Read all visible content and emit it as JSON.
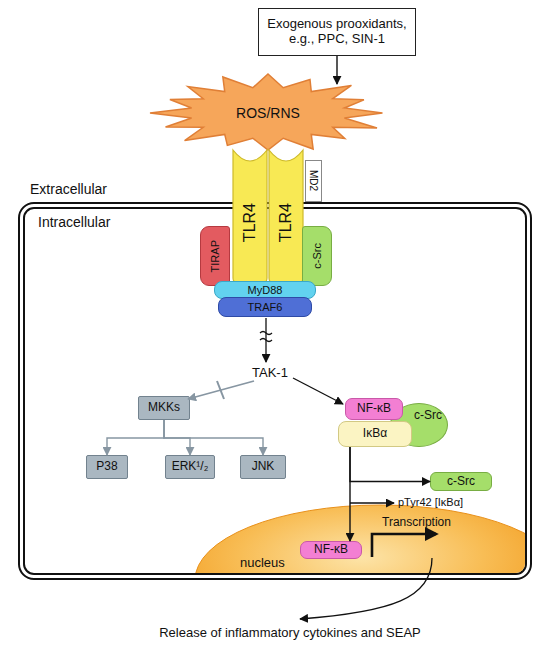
{
  "diagram": {
    "nodes": [
      {
        "text": [
          "Exogenous prooxidants, e.g., PPC, SIN-1"
        ]
      },
      {
        "text": [
          "ROS/RNS"
        ]
      },
      {
        "text": [
          "TLR4"
        ]
      },
      {
        "text": [
          "TLR4"
        ]
      },
      {
        "text": [
          "MD2"
        ]
      },
      {
        "text": [
          "Intracellular"
        ]
      },
      {
        "text": [
          "TIRAP"
        ],
        "in": 5
      },
      {
        "text": [
          "c-Src"
        ],
        "in": 5
      },
      {
        "text": [
          "MyD88"
        ],
        "in": 5
      },
      {
        "text": [
          "TRAF6"
        ],
        "in": 5
      },
      {
        "text": [
          "MKKs"
        ],
        "in": 5
      },
      {
        "text": [
          "NF-κB"
        ],
        "in": 5
      },
      {
        "text": [
          "c-Src"
        ],
        "in": 5
      },
      {
        "text": [
          "IκBα"
        ],
        "in": 5
      },
      {
        "text": [
          "P38"
        ],
        "in": 5
      },
      {
        "text": [
          "ERK¹/₂"
        ],
        "in": 5
      },
      {
        "text": [
          "JNK"
        ],
        "in": 5
      },
      {
        "text": [
          "c-Src"
        ],
        "in": 5
      },
      {
        "text": [
          "nucleus"
        ],
        "in": 5
      },
      {
        "text": [
          "NF-κB"
        ],
        "in": 18
      }
    ],
    "edges": [
      {
        "from": 0,
        "to": 1,
        "arrow": "to"
      },
      {
        "from": 10,
        "to": 14,
        "arrow": "to"
      },
      {
        "from": 10,
        "to": 15,
        "arrow": "to"
      },
      {
        "from": 10,
        "to": 16,
        "arrow": "to"
      },
      {
        "from": 13,
        "to": 17,
        "arrow": "to"
      },
      {
        "from": 13,
        "to": 19,
        "arrow": "to"
      }
    ],
    "labels": [
      "Extracellular",
      "TAK-1",
      "pTyr42 [IκBα]",
      "Transcription",
      "Release of inflammatory cytokines and SEAP"
    ]
  }
}
